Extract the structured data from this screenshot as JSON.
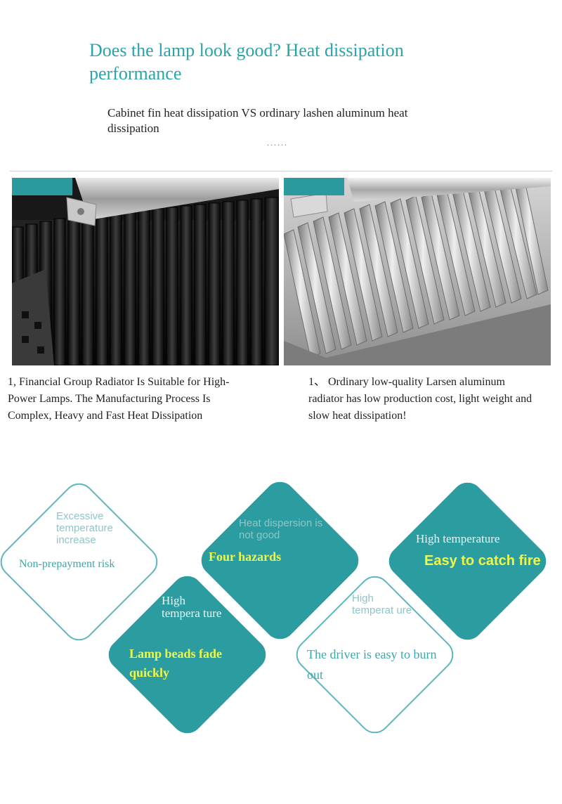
{
  "header": {
    "title": "Does the lamp look good? Heat dissipation performance",
    "subtitle": "Cabinet fin heat dissipation VS ordinary lashen aluminum heat dissipation",
    "ellipsis": "......"
  },
  "comparison": {
    "left": {
      "caption": "1, Financial Group Radiator Is Suitable for High-Power Lamps. The Manufacturing Process Is Complex, Heavy and Fast Heat Dissipation"
    },
    "right": {
      "caption": "1、 Ordinary low-quality Larsen aluminum radiator has low production cost, light weight and slow heat dissipation!"
    }
  },
  "hazards": {
    "tile1": {
      "label_top": "Excessive temperature increase",
      "label_main": "Non-prepayment risk"
    },
    "tile2": {
      "label_top": "Heat dispersion is not good",
      "label_main": "Four hazards"
    },
    "tile3": {
      "label_top": "High temperature",
      "label_main": "Easy to catch fire"
    },
    "tile4": {
      "label_top": "High tempera ture",
      "label_main": "Lamp beads fade quickly"
    },
    "tile5": {
      "label_top": "High temperat ure",
      "label_main": "The driver is easy to burn out"
    }
  },
  "colors": {
    "teal": "#2b9da1",
    "teal_title": "#2aa4a8",
    "yellow": "#eef84a"
  }
}
